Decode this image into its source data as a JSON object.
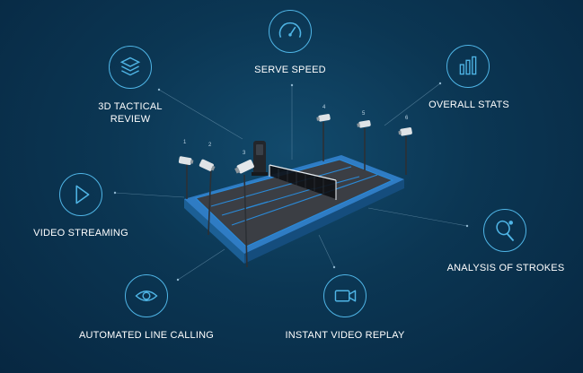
{
  "features": {
    "serve_speed": "SERVE SPEED",
    "tactical_review_line1": "3D TACTICAL",
    "tactical_review_line2": "REVIEW",
    "overall_stats": "OVERALL STATS",
    "video_streaming": "VIDEO STREAMING",
    "analysis_of_strokes": "ANALYSIS OF STROKES",
    "automated_line_calling": "AUTOMATED LINE CALLING",
    "instant_video_replay": "INSTANT VIDEO REPLAY"
  },
  "cameras": [
    "1",
    "2",
    "3",
    "4",
    "5",
    "6"
  ],
  "colors": {
    "accent": "#4fb5e6",
    "court": "#3a3d42",
    "court_edge": "#2a82c4",
    "line": "#1f7fd0"
  },
  "icons": {
    "serve_speed": "speedometer-icon",
    "tactical_review": "layers-icon",
    "overall_stats": "bar-chart-icon",
    "video_streaming": "play-icon",
    "analysis_of_strokes": "tennis-racket-icon",
    "automated_line_calling": "eye-icon",
    "instant_video_replay": "video-camera-icon"
  }
}
